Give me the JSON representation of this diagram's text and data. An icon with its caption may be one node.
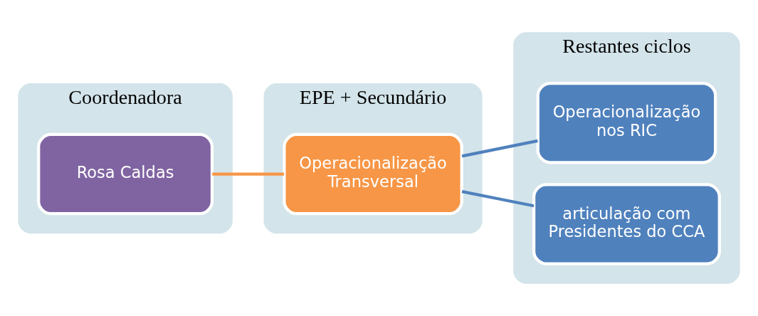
{
  "diagram": {
    "nodes": [
      {
        "text": [
          "Coordenadora"
        ]
      },
      {
        "text": [
          "Rosa Caldas"
        ],
        "in": 0
      },
      {
        "text": [
          "EPE + Secundário"
        ]
      },
      {
        "text": [
          "Operacionalização Transversal"
        ],
        "in": 2
      },
      {
        "text": [
          "Restantes ciclos"
        ]
      },
      {
        "text": [
          "Operacionalização nos RIC"
        ],
        "in": 4
      },
      {
        "text": [
          "articulação com Presidentes do CCA"
        ],
        "in": 4
      }
    ],
    "edges": [
      {
        "from": 1,
        "to": 3,
        "arrow": "none",
        "color": "#f79646"
      },
      {
        "from": 3,
        "to": 5,
        "arrow": "none"
      },
      {
        "from": 3,
        "to": 6,
        "arrow": "none"
      }
    ]
  }
}
